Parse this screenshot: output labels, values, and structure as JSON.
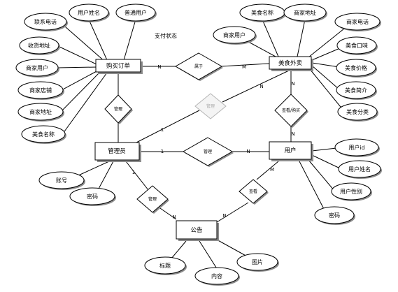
{
  "entities": {
    "order": "购买订单",
    "food": "美食外卖",
    "admin": "管理员",
    "user": "用户",
    "notice": "公告"
  },
  "relationships": {
    "belongs": "属于",
    "manage_order": "管理",
    "manage_food": "管理",
    "manage_user": "管理",
    "view_buy": "查看/购买",
    "manage_notice": "管理",
    "view_notice": "查看"
  },
  "order_attrs": {
    "phone": "联系电话",
    "username": "用户姓名",
    "regular_user": "普通用户",
    "pay_status": "支付状态",
    "address": "收货地址",
    "merchant_user": "商家用户",
    "shop": "商家店铺",
    "merchant_address": "商家地址",
    "food_name": "美食名称"
  },
  "food_attrs": {
    "food_name": "美食名称",
    "merchant_address": "商家地址",
    "merchant_user": "商家用户",
    "merchant_phone": "商家电话",
    "taste": "美食口味",
    "price": "美食价格",
    "intro": "美食简介",
    "category": "美食分类"
  },
  "admin_attrs": {
    "account": "账号",
    "password": "密码"
  },
  "user_attrs": {
    "user_id": "用户id",
    "username": "用户姓名",
    "gender": "用户性别",
    "password": "密码"
  },
  "notice_attrs": {
    "title": "标题",
    "content": "内容",
    "image": "图片"
  },
  "cardinality": {
    "order_belongs": "N",
    "food_belongs": "M",
    "food_manage": "N",
    "admin_manage_food": "1",
    "food_view": "N",
    "user_view_food": "N",
    "admin_manage_user": "1",
    "user_manage": "N",
    "admin_notice": "1",
    "notice_admin": "N",
    "user_notice": "M",
    "notice_user": "N"
  }
}
